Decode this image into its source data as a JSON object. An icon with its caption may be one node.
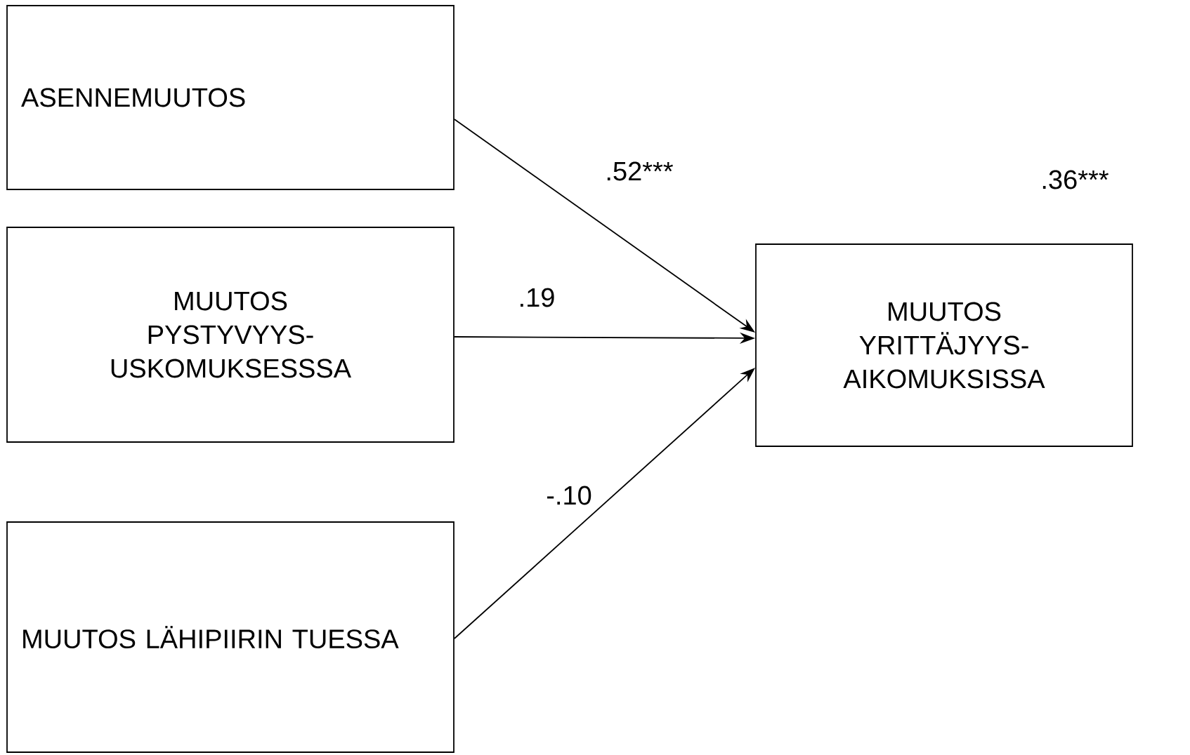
{
  "diagram": {
    "nodes": [
      {
        "text": [
          "ASENNEMUUTOS"
        ]
      },
      {
        "text": [
          "MUUTOS PYSTYVYYS- USKOMUKSESSSA"
        ]
      },
      {
        "text": [
          "MUUTOS LÄHIPIIRIN TUESSA"
        ]
      },
      {
        "text": [
          "MUUTOS YRITTÄJYYS- AIKOMUKSISSA"
        ],
        "beside": [
          ".36***"
        ]
      }
    ],
    "edges": [
      {
        "from": 0,
        "to": 3,
        "arrow": "to",
        "label": ".52***"
      },
      {
        "from": 1,
        "to": 3,
        "arrow": "to",
        "label": ".19"
      },
      {
        "from": 2,
        "to": 3,
        "arrow": "to",
        "label": "-.10"
      }
    ]
  }
}
